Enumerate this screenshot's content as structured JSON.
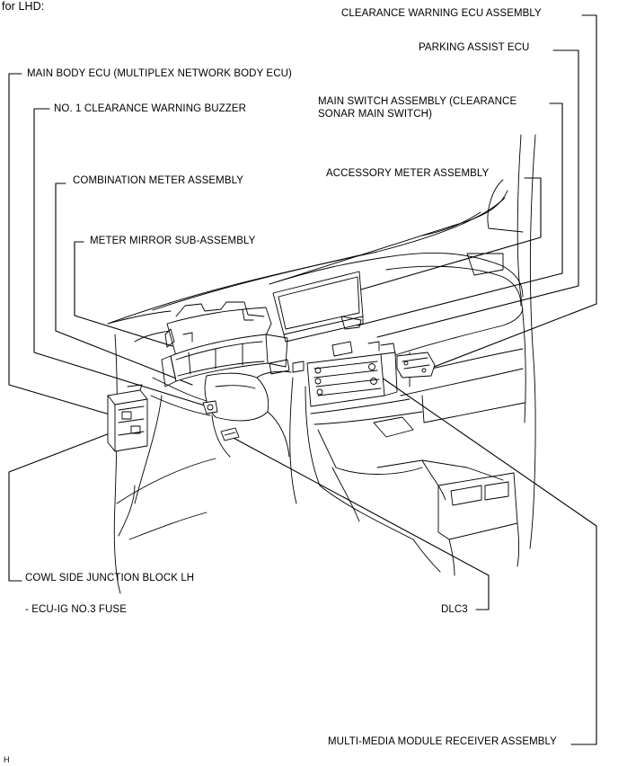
{
  "header": {
    "variant": "for LHD:"
  },
  "labels": {
    "clearance_warning_ecu": "CLEARANCE WARNING ECU ASSEMBLY",
    "parking_assist_ecu": "PARKING ASSIST ECU",
    "main_body_ecu": "MAIN BODY ECU (MULTIPLEX NETWORK BODY ECU)",
    "main_switch_line1": "MAIN SWITCH ASSEMBLY (CLEARANCE",
    "main_switch_line2": "SONAR MAIN SWITCH)",
    "buzzer": "NO. 1 CLEARANCE WARNING BUZZER",
    "combination_meter": "COMBINATION METER ASSEMBLY",
    "accessory_meter": "ACCESSORY METER ASSEMBLY",
    "meter_mirror": "METER MIRROR SUB-ASSEMBLY",
    "cowl_side_jb": "COWL SIDE JUNCTION BLOCK LH",
    "fuse": "- ECU-IG NO.3 FUSE",
    "dlc3": "DLC3",
    "multimedia_receiver": "MULTI-MEDIA MODULE RECEIVER ASSEMBLY"
  },
  "footer": {
    "mark": "H"
  }
}
